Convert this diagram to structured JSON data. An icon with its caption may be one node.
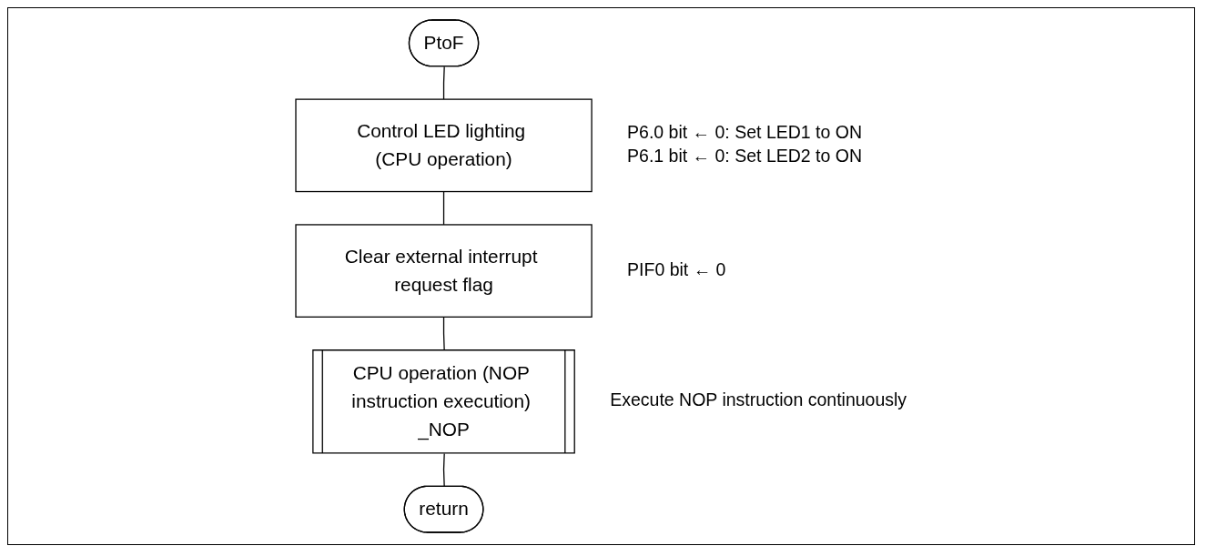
{
  "diagram": {
    "nodes": [
      {
        "text": [
          "PtoF"
        ]
      },
      {
        "text": [
          "Control LED lighting (CPU operation)"
        ],
        "beside": [
          "P6.0 bit ← 0: Set LED1 to ON",
          "P6.1 bit ← 0: Set LED2 to ON"
        ]
      },
      {
        "text": [
          "Clear external interrupt request flag"
        ],
        "beside": [
          "PIF0 bit ← 0"
        ]
      },
      {
        "text": [
          "CPU operation (NOP instruction execution) _NOP"
        ],
        "beside": [
          "Execute NOP instruction continuously"
        ]
      },
      {
        "text": [
          "return"
        ]
      }
    ],
    "edges": [
      {
        "from": 0,
        "to": 1,
        "arrow": "none"
      },
      {
        "from": 1,
        "to": 2,
        "arrow": "none"
      },
      {
        "from": 2,
        "to": 3,
        "arrow": "none"
      },
      {
        "from": 3,
        "to": 4,
        "arrow": "none"
      }
    ]
  }
}
